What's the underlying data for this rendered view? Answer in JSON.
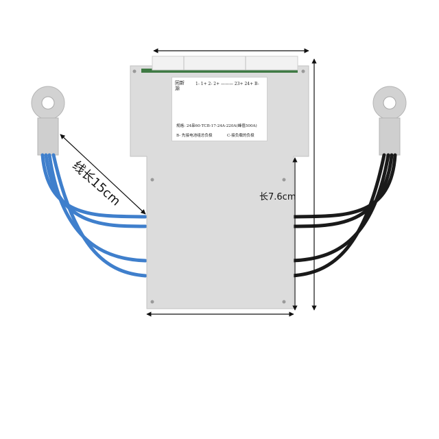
{
  "labels": {
    "wire_length": "线长15cm",
    "board_height": "长7.6cm"
  },
  "sticker": {
    "logo": "同新源",
    "pin_row": "1-  1+ 2-  2+ ———  23+ 24+  B-",
    "spec": "规格: 24串60-TCB-17-24A-220A(峰值500A)",
    "b_minus": "B- 先接电池组总负极",
    "c_minus": "C-接负载的负极"
  },
  "colors": {
    "board": "#dcdcdc",
    "wire_blue": "#3f7fcc",
    "wire_black": "#1a1a1a",
    "lug": "#d2d2d2"
  }
}
